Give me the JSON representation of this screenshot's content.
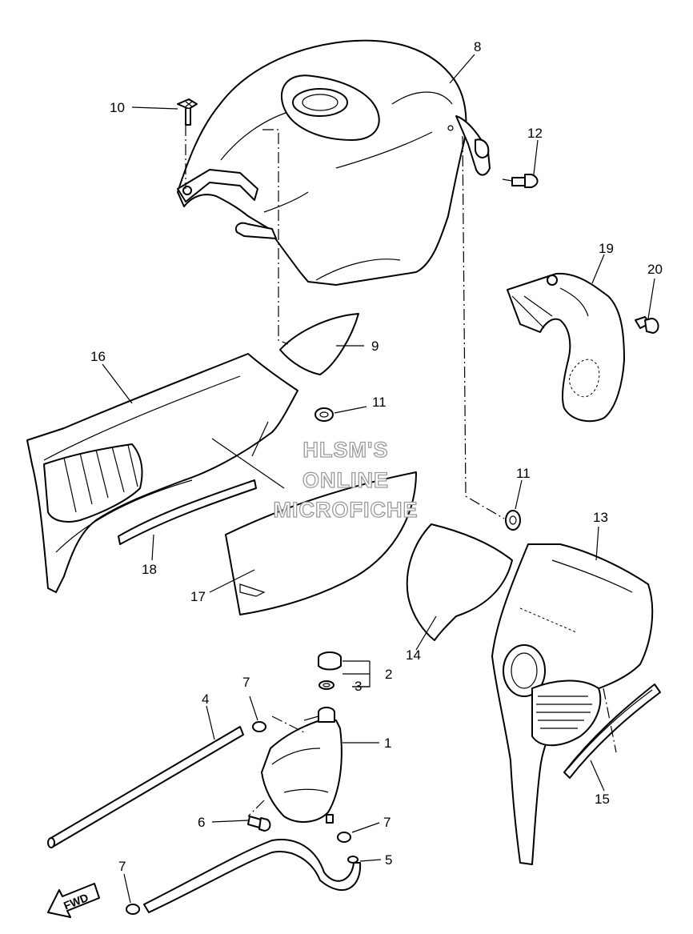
{
  "callouts": {
    "c1": "1",
    "c2": "2",
    "c3": "3",
    "c4": "4",
    "c5": "5",
    "c6": "6",
    "c7a": "7",
    "c7b": "7",
    "c7c": "7",
    "c8": "8",
    "c9": "9",
    "c10": "10",
    "c11a": "11",
    "c11b": "11",
    "c12": "12",
    "c13": "13",
    "c14": "14",
    "c15": "15",
    "c16": "16",
    "c17": "17",
    "c18": "18",
    "c19": "19",
    "c20": "20"
  },
  "watermark": {
    "line1": "HLSM'S",
    "line2": "ONLINE",
    "line3": "MICROFICHE"
  },
  "direction_badge": "FWD"
}
